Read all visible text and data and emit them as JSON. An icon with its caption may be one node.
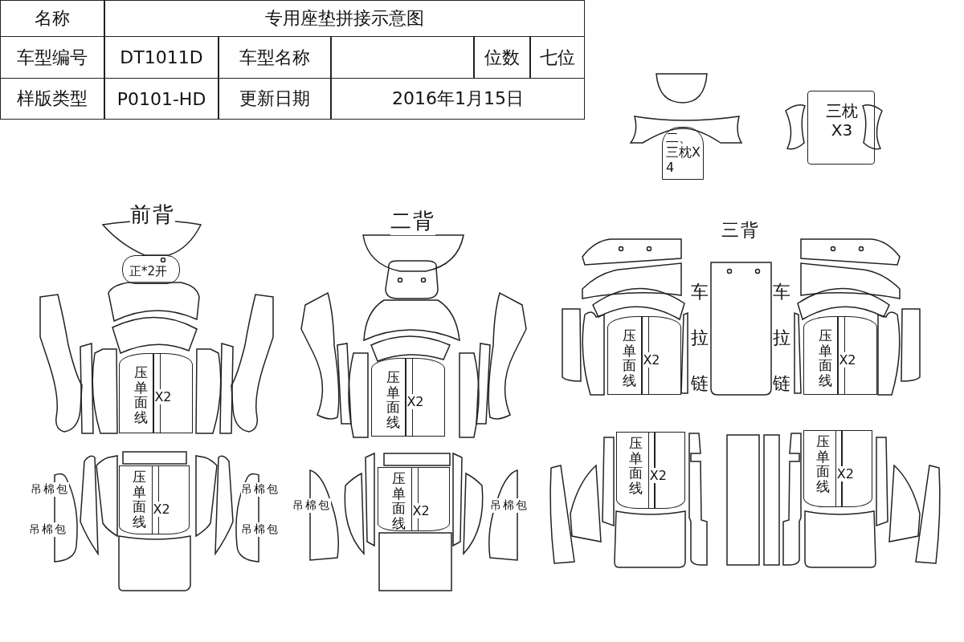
{
  "diagram": {
    "nodes": [
      {
        "text": [
          "二、三枕X4"
        ]
      },
      {
        "text": [
          "三枕X3"
        ]
      },
      {
        "text": [
          "正*2开"
        ]
      },
      {
        "text": [
          "压单面线",
          "X2"
        ]
      },
      {
        "text": [
          "压单面线",
          "X2"
        ]
      },
      {
        "text": [
          "压单面线",
          "X2"
        ]
      },
      {
        "text": [
          "压单面线",
          "X2"
        ]
      },
      {
        "text": [
          "压单面线",
          "X2"
        ]
      },
      {
        "text": [
          "压单面线",
          "X2"
        ]
      },
      {
        "text": [
          "压单面线",
          "X2"
        ]
      },
      {
        "text": [
          "压单面线",
          "X2"
        ]
      }
    ],
    "labels": [
      "名称",
      "专用座垫拼接示意图",
      "车型编号",
      "DT1011D",
      "车型名称",
      "位数",
      "七位",
      "样版类型",
      "P0101-HD",
      "更新日期",
      "2016年1月15日",
      "前背",
      "二背",
      "三背",
      "车拉链",
      "车拉链",
      "吊棉包",
      "吊棉包",
      "吊棉包",
      "吊棉包",
      "吊棉包",
      "吊棉包"
    ]
  }
}
